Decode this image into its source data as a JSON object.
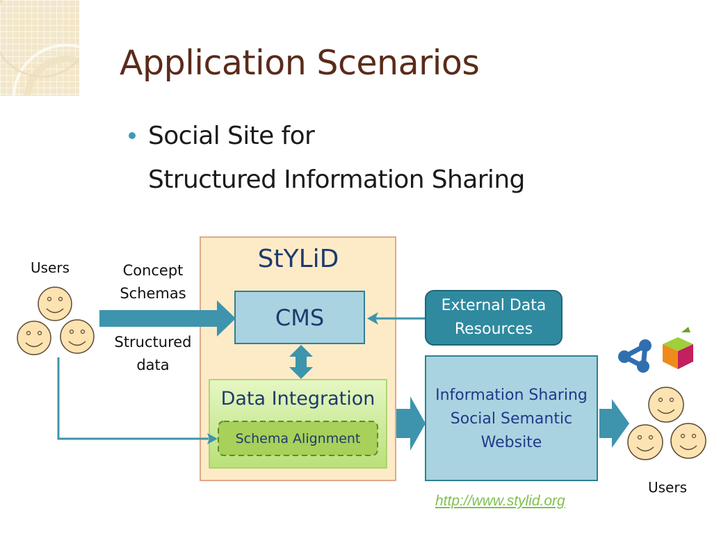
{
  "slide": {
    "title": "Application Scenarios",
    "bullet": {
      "line1": "Social Site for",
      "line2": "Structured Information Sharing"
    }
  },
  "diagram": {
    "users_left_label": "Users",
    "users_right_label": "Users",
    "input_label_1a": "Concept",
    "input_label_1b": "Schemas",
    "input_label_2a": "Structured",
    "input_label_2b": "data",
    "stylid_label": "StYLiD",
    "cms_label": "CMS",
    "external_label_a": "External Data",
    "external_label_b": "Resources",
    "data_integration_label": "Data Integration",
    "schema_alignment_label": "Schema Alignment",
    "info_sharing_label_a": "Information Sharing",
    "info_sharing_label_b": "Social Semantic",
    "info_sharing_label_c": "Website",
    "link": "http://www.stylid.org",
    "colors": {
      "title": "#5a2b1a",
      "stylid_box": "#fdebc8",
      "cms_box": "#a9d3e0",
      "external_box": "#2f8aa0",
      "data_integration_box": "#c7e88f",
      "arrow": "#3d94ac",
      "link": "#7fbf4f"
    }
  }
}
